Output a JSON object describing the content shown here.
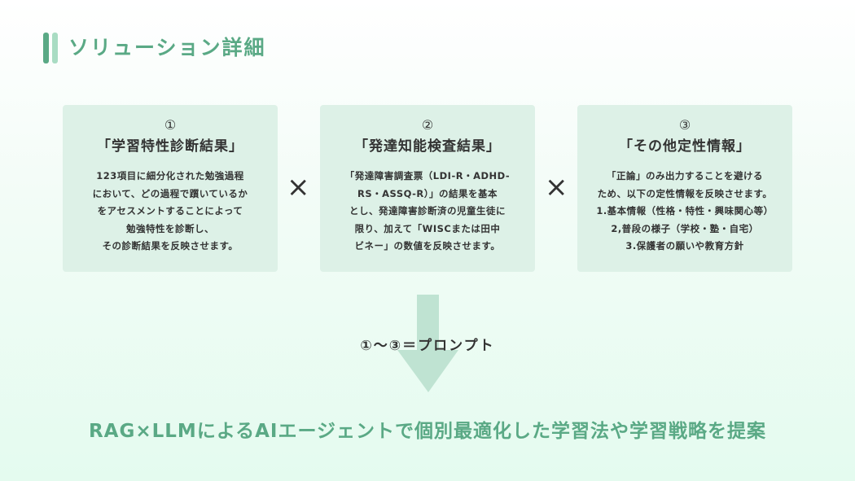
{
  "header": {
    "title": "ソリューション詳細"
  },
  "cards": [
    {
      "num": "①",
      "title": "「学習特性診断結果」",
      "lines": [
        "123項目に細分化された勉強過程",
        "において、どの過程で躓いているか",
        "をアセスメントすることによって",
        "勉強特性を診断し、",
        "その診断結果を反映させます。"
      ]
    },
    {
      "num": "②",
      "title": "「発達知能検査結果」",
      "lines": [
        "「発達障害調査票（LDI-R・ADHD-",
        "RS・ASSQ-R）」の結果を基本",
        "とし、発達障害診断済の児童生徒に",
        "限り、加えて「WISCまたは田中",
        "ビネー」の数値を反映させます。"
      ]
    },
    {
      "num": "③",
      "title": "「その他定性情報」",
      "lines": [
        "「正論」のみ出力することを避ける",
        "ため、以下の定性情報を反映させます。",
        "1.基本情報（性格・特性・興味関心等）",
        "2,普段の様子（学校・塾・自宅）",
        "3.保護者の願いや教育方針"
      ]
    }
  ],
  "operator": "×",
  "prompt_label": "①〜③＝プロンプト",
  "conclusion": "RAG×LLMによるAIエージェントで個別最適化した学習法や学習戦略を提案",
  "colors": {
    "accent": "#5aa985",
    "card": "#ddf1e7",
    "arrow": "#bfe3d2"
  }
}
